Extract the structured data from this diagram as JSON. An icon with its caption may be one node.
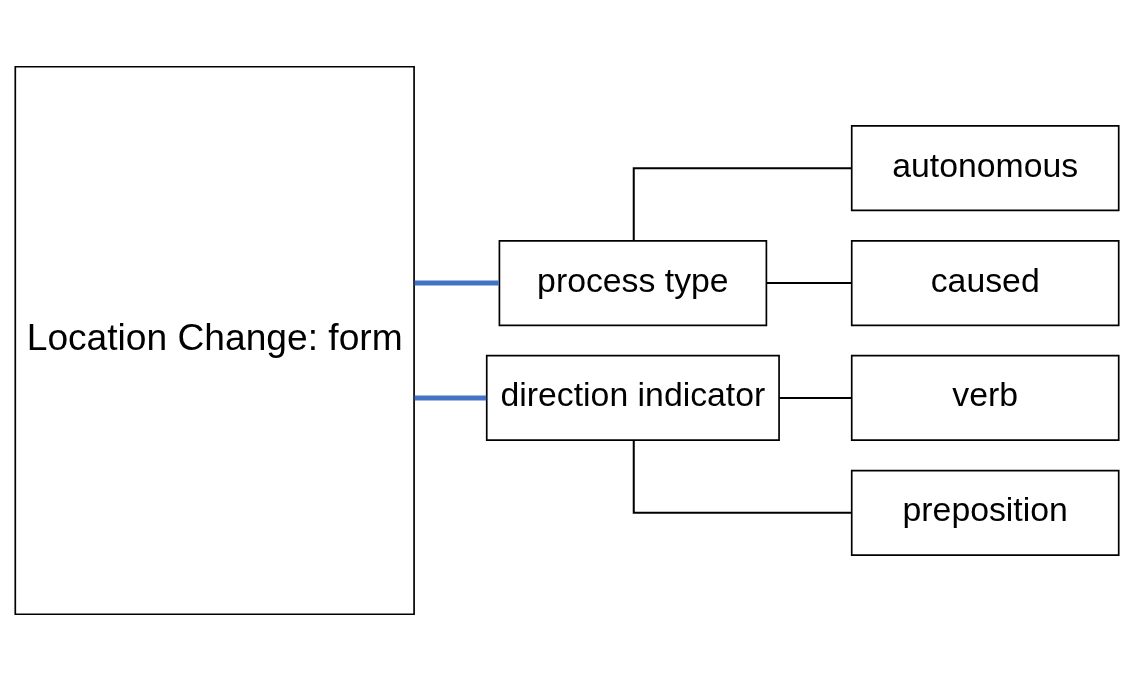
{
  "diagram": {
    "nodes": [
      {
        "text": [
          "Location Change: form"
        ]
      },
      {
        "text": [
          "process type"
        ]
      },
      {
        "text": [
          "direction indicator"
        ]
      },
      {
        "text": [
          "autonomous"
        ]
      },
      {
        "text": [
          "caused"
        ]
      },
      {
        "text": [
          "verb"
        ]
      },
      {
        "text": [
          "preposition"
        ]
      }
    ],
    "edges": [
      {
        "from": 0,
        "to": 1,
        "arrow": "none",
        "style": "thick",
        "color": "#4472c4"
      },
      {
        "from": 0,
        "to": 2,
        "arrow": "none",
        "style": "thick",
        "color": "#4472c4"
      },
      {
        "from": 1,
        "to": 3,
        "arrow": "none"
      },
      {
        "from": 1,
        "to": 4,
        "arrow": "none"
      },
      {
        "from": 2,
        "to": 5,
        "arrow": "none"
      },
      {
        "from": 2,
        "to": 6,
        "arrow": "none"
      }
    ]
  }
}
